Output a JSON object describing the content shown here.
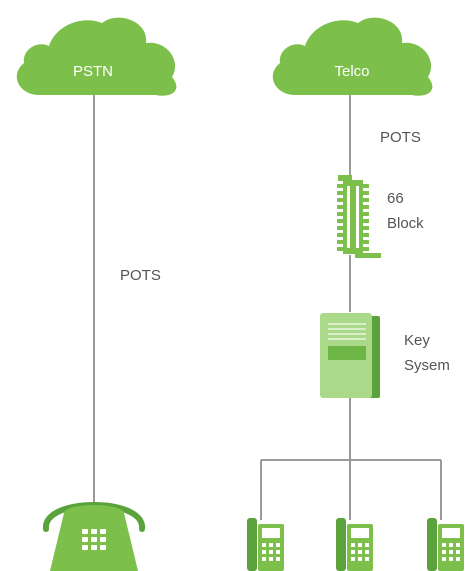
{
  "colors": {
    "green": "#7cc04b",
    "green_dark": "#5aa23c",
    "green_light": "#a9d989",
    "line": "#9a9a9a",
    "text": "#555555"
  },
  "clouds": {
    "left": {
      "label": "PSTN",
      "icon": "cloud-icon"
    },
    "right": {
      "label": "Telco",
      "icon": "cloud-icon"
    }
  },
  "labels": {
    "left_connection": "POTS",
    "right_connection": "POTS",
    "block_line1": "66",
    "block_line2": "Block",
    "key_system_line1": "Key",
    "key_system_line2": "Sysem"
  },
  "icons": {
    "left_phone": "desk-phone-icon",
    "block": "punch-down-block-icon",
    "key_system": "key-system-unit-icon",
    "extensions": [
      "ip-phone-icon",
      "ip-phone-icon",
      "ip-phone-icon"
    ]
  }
}
